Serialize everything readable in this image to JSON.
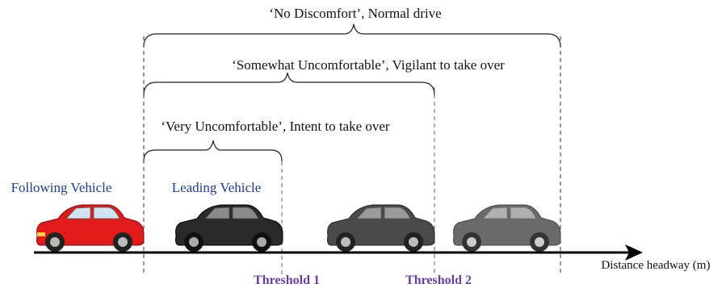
{
  "brackets": {
    "no_discomfort": "‘No Discomfort’, Normal drive",
    "somewhat_uncomfortable": "‘Somewhat Uncomfortable’, Vigilant to take over",
    "very_uncomfortable": "‘Very Uncomfortable’, Intent to take over"
  },
  "vehicles": {
    "following_label": "Following Vehicle",
    "leading_label": "Leading Vehicle",
    "following_color": "#e11b1b",
    "leading_colors": [
      "#2a2a2a",
      "#4a4a4a",
      "#6a6a6a"
    ]
  },
  "thresholds": {
    "threshold_1": "Threshold 1",
    "threshold_2": "Threshold 2"
  },
  "axis": {
    "label": "Distance headway (m)"
  }
}
